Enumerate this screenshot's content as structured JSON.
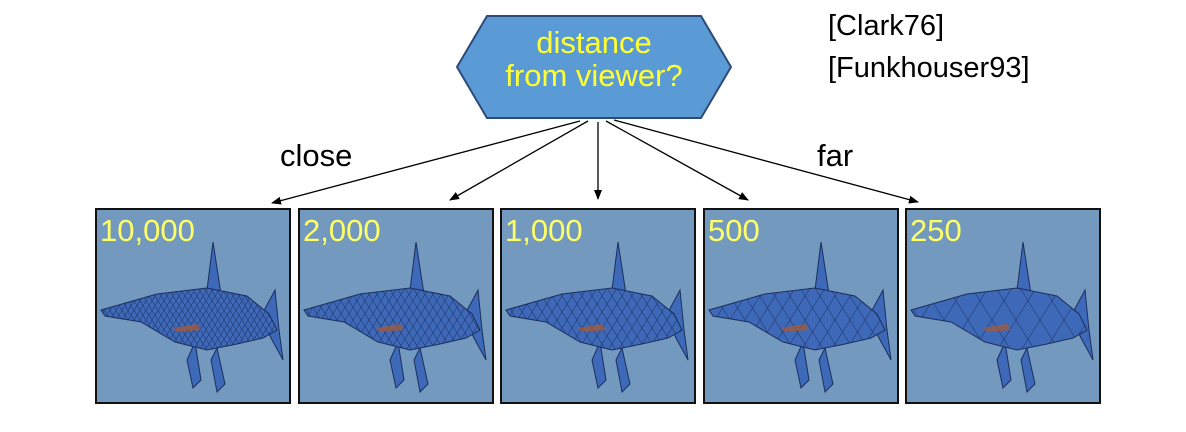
{
  "decision": {
    "line1": "distance",
    "line2": "from viewer?"
  },
  "citations": [
    "[Clark76]",
    "[Funkhouser93]"
  ],
  "labels": {
    "close": "close",
    "far": "far"
  },
  "panels": [
    {
      "count": "10,000",
      "mesh_density": 1.0
    },
    {
      "count": "2,000",
      "mesh_density": 0.8
    },
    {
      "count": "1,000",
      "mesh_density": 0.6
    },
    {
      "count": "500",
      "mesh_density": 0.4
    },
    {
      "count": "250",
      "mesh_density": 0.25
    }
  ],
  "colors": {
    "hexagon": "#5b9bd5",
    "hex_text": "#ffff33",
    "panel_bg": "#7399bf",
    "count_text": "#ffff66",
    "shark": "#3e68b8"
  }
}
